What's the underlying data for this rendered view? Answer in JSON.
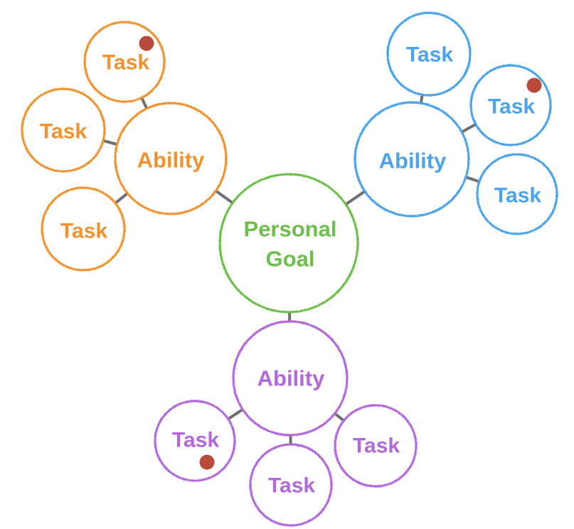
{
  "colors": {
    "goal": "#6bbf4a",
    "orange": "#f0922e",
    "blue": "#4aa3ec",
    "purple": "#b267dd",
    "connector": "#555555",
    "marker": "#b33a2a"
  },
  "goal": {
    "label_line1": "Personal",
    "label_line2": "Goal"
  },
  "clusters": [
    {
      "color": "orange",
      "ability_label": "Ability",
      "tasks": [
        {
          "label": "Task",
          "marked": true
        },
        {
          "label": "Task",
          "marked": false
        },
        {
          "label": "Task",
          "marked": false
        }
      ]
    },
    {
      "color": "blue",
      "ability_label": "Ability",
      "tasks": [
        {
          "label": "Task",
          "marked": false
        },
        {
          "label": "Task",
          "marked": true
        },
        {
          "label": "Task",
          "marked": false
        }
      ]
    },
    {
      "color": "purple",
      "ability_label": "Ability",
      "tasks": [
        {
          "label": "Task",
          "marked": true
        },
        {
          "label": "Task",
          "marked": false
        },
        {
          "label": "Task",
          "marked": false
        }
      ]
    }
  ]
}
